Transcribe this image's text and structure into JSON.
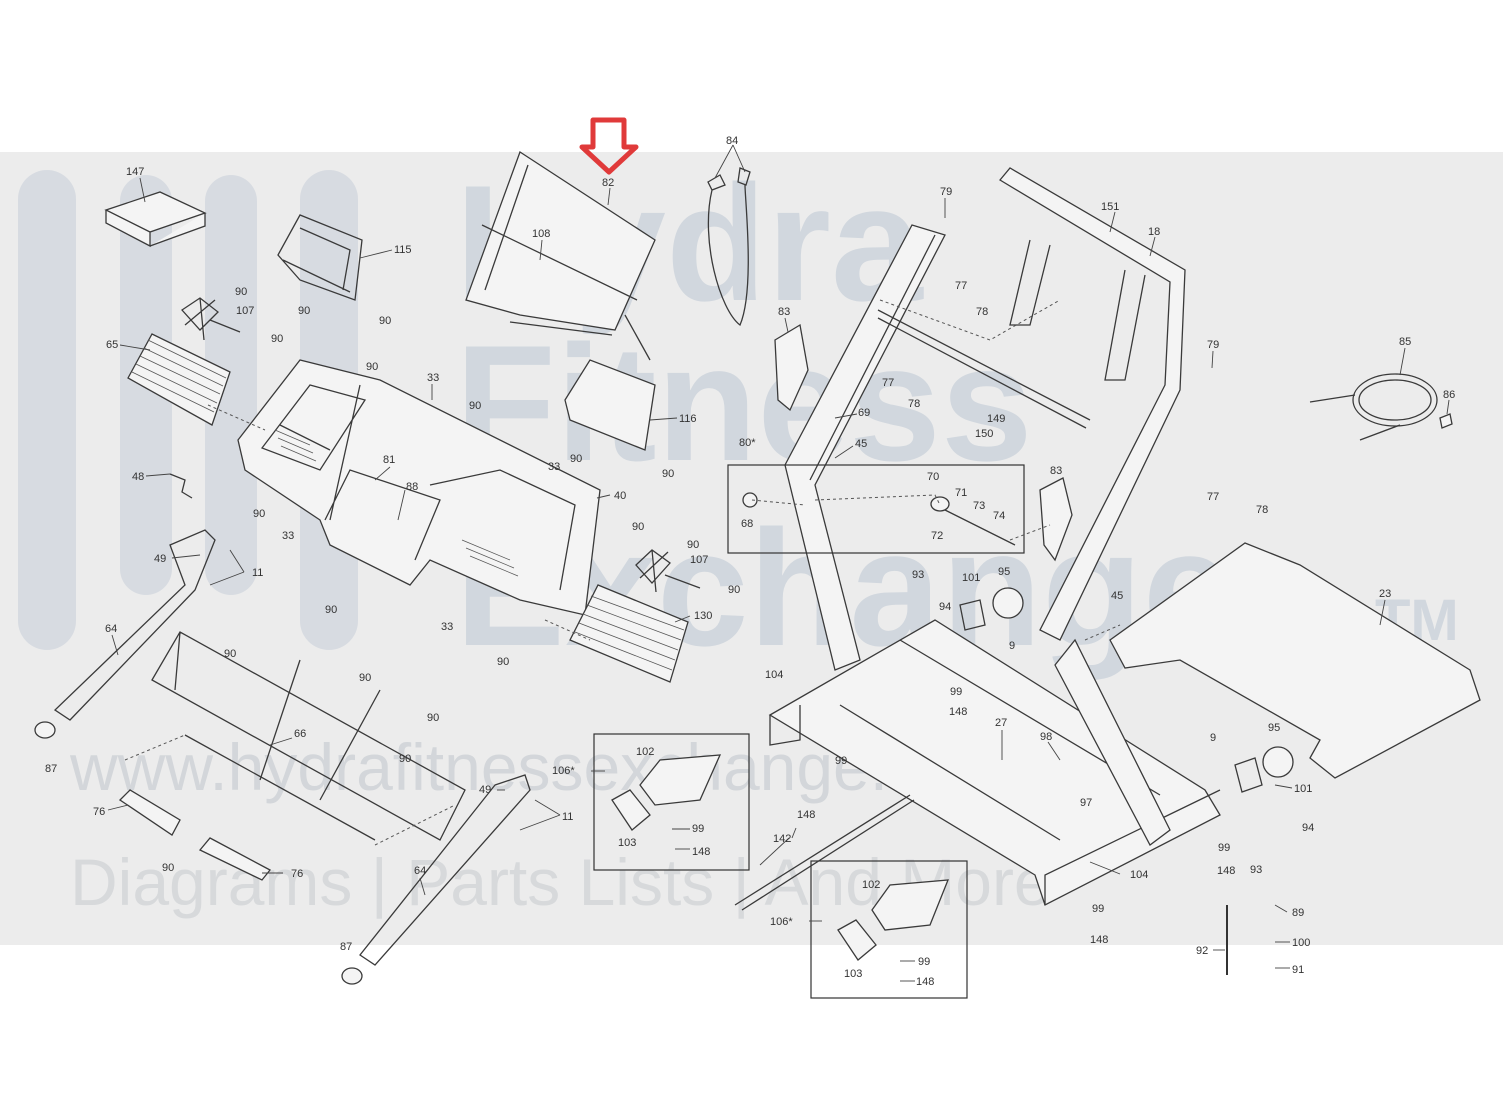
{
  "watermark": {
    "line1": "Hydra",
    "line2": "Fitness",
    "line3": "Exchange",
    "trademark": "TM",
    "url": "www.hydrafitnessexchange.com",
    "tagline": "Diagrams | Parts Lists | And More"
  },
  "highlight": {
    "part": "82",
    "arrow_color": "#e03a3a"
  },
  "labels": {
    "p147": "147",
    "p115": "115",
    "p90a": "90",
    "p107a": "107",
    "p90b": "90",
    "p90c": "90",
    "p90d": "90",
    "p65": "65",
    "p90e": "90",
    "p33a": "33",
    "p90f": "90",
    "p48": "48",
    "p81": "81",
    "p88": "88",
    "p90g": "90",
    "p33b": "33",
    "p90h": "90",
    "p33c": "33",
    "p49a": "49",
    "p11a": "11",
    "p90i": "90",
    "p33d": "33",
    "p64a": "64",
    "p87a": "87",
    "p90j": "90",
    "p90k": "90",
    "p90l": "90",
    "p66": "66",
    "p90m": "90",
    "p76a": "76",
    "p90n": "90",
    "p76b": "76",
    "p49b": "49",
    "p11b": "11",
    "p64b": "64",
    "p87b": "87",
    "p82": "82",
    "p108": "108",
    "p116": "116",
    "p90o": "90",
    "p90p": "90",
    "p40": "40",
    "p90q": "90",
    "p107b": "107",
    "p90r": "90",
    "p90s": "90",
    "p130": "130",
    "p84": "84",
    "p83a": "83",
    "p69": "69",
    "p80": "80*",
    "p45a": "45",
    "p68": "68",
    "p70": "70",
    "p71": "71",
    "p73": "73",
    "p74": "74",
    "p72": "72",
    "p93a": "93",
    "p94a": "94",
    "p101a": "101",
    "p95a": "95",
    "p9a": "9",
    "p104a": "104",
    "p99a": "99",
    "p148a": "148",
    "p106a": "106*",
    "p102a": "102",
    "p103a": "103",
    "p99b": "99",
    "p148b": "148",
    "p99c": "99",
    "p148c": "148",
    "p142": "142",
    "p106b": "106*",
    "p102b": "102",
    "p103b": "103",
    "p99d": "99",
    "p148d": "148",
    "p79a": "79",
    "p77a": "77",
    "p78a": "78",
    "p77b": "77",
    "p78b": "78",
    "p149": "149",
    "p150": "150",
    "p151": "151",
    "p18": "18",
    "p79b": "79",
    "p83b": "83",
    "p77c": "77",
    "p78c": "78",
    "p85": "85",
    "p86": "86",
    "p45b": "45",
    "p23": "23",
    "p27": "27",
    "p98": "98",
    "p97": "97",
    "p9b": "9",
    "p95b": "95",
    "p101b": "101",
    "p94b": "94",
    "p99e": "99",
    "p148e": "148",
    "p93b": "93",
    "p104b": "104",
    "p99f": "99",
    "p148f": "148",
    "p89": "89",
    "p92": "92",
    "p100": "100",
    "p91": "91"
  }
}
